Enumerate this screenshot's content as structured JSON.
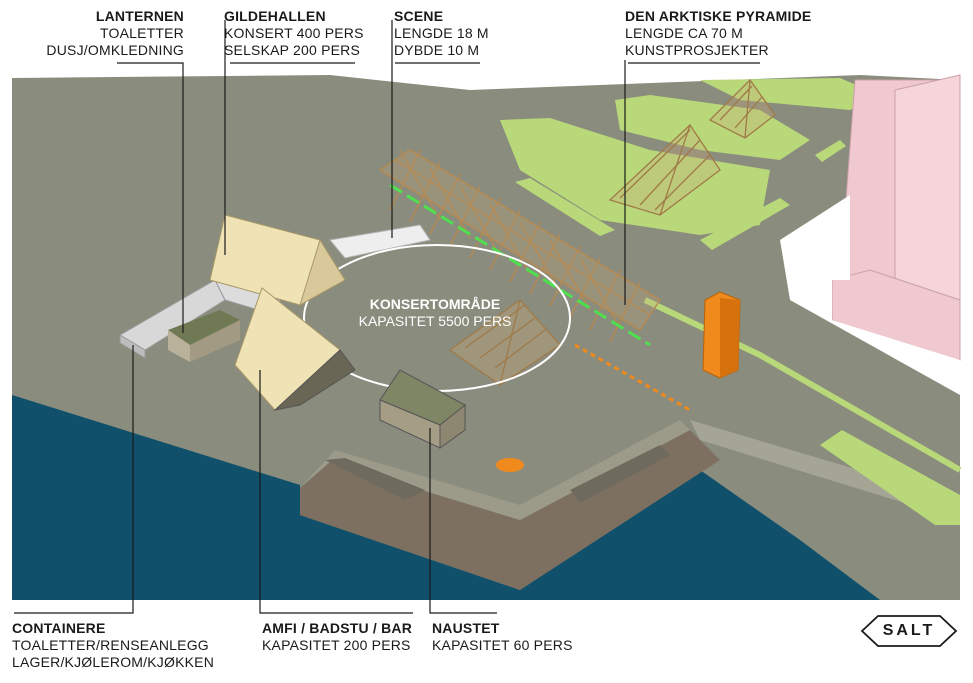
{
  "labels": {
    "lanternen": {
      "title": "LANTERNEN",
      "lines": [
        "TOALETTER",
        "DUSJ/OMKLEDNING"
      ]
    },
    "gildehallen": {
      "title": "GILDEHALLEN",
      "lines": [
        "KONSERT 400 PERS",
        "SELSKAP 200 PERS"
      ]
    },
    "scene": {
      "title": "SCENE",
      "lines": [
        "LENGDE 18 M",
        "DYBDE 10 M"
      ]
    },
    "pyramide": {
      "title": "DEN ARKTISKE PYRAMIDE",
      "lines": [
        "LENGDE CA 70 M",
        "KUNSTPROSJEKTER"
      ]
    },
    "konsert": {
      "title": "KONSERTOMRÅDE",
      "lines": [
        "KAPASITET 5500 PERS"
      ]
    },
    "containere": {
      "title": "CONTAINERE",
      "lines": [
        "TOALETTER/RENSEANLEGG",
        "LAGER/KJØLEROM/KJØKKEN"
      ]
    },
    "amfi": {
      "title": "AMFI / BADSTU / BAR",
      "lines": [
        "KAPASITET 200 PERS"
      ]
    },
    "naustet": {
      "title": "NAUSTET",
      "lines": [
        "KAPASITET 60 PERS"
      ]
    }
  },
  "logo": {
    "text": "SALT"
  },
  "colors": {
    "ground": "#8a8c7d",
    "water": "#10506a",
    "grass": "#b8d87a",
    "timber": "#c9a978",
    "cabin": "#efe2b4",
    "building": "#f0c8cf",
    "tower": "#f08a1c",
    "container": "#d8d8d8"
  }
}
